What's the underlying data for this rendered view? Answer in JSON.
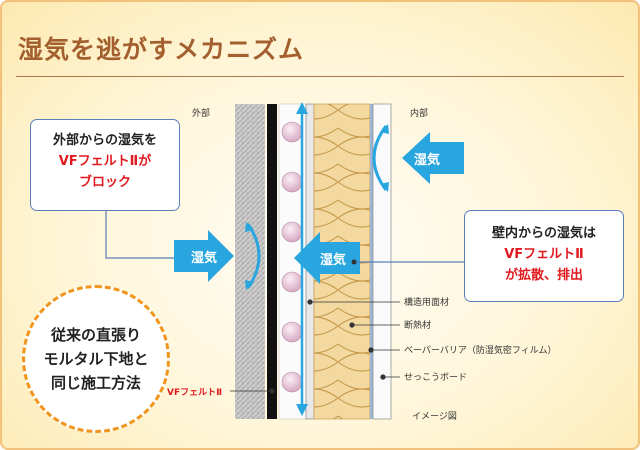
{
  "title": "湿気を逃がすメカニズム",
  "labels": {
    "exterior": "外部",
    "interior": "内部",
    "image_note": "イメージ図",
    "vf_felt": "VFフェルトⅡ"
  },
  "arrows": {
    "moisture": "湿気"
  },
  "callout_left": {
    "line1": "外部からの湿気を",
    "line2": "VFフェルトⅡが",
    "line3": "ブロック"
  },
  "callout_right": {
    "line1": "壁内からの湿気は",
    "line2": "VFフェルトⅡ",
    "line3": "が拡散、排出"
  },
  "badge": {
    "line1": "従来の直張り",
    "line2": "モルタル下地と",
    "line3": "同じ施工方法"
  },
  "legend": [
    "構造用面材",
    "断熱材",
    "ベーパーバリア（防湿気密フィルム）",
    "せっこうボード"
  ],
  "colors": {
    "arrow_blue": "#29a6e0",
    "accent_red": "#e0191e",
    "badge_orange": "#f0951d",
    "insulation": "#f3d9a0",
    "callout_border": "#5b7fb8"
  }
}
